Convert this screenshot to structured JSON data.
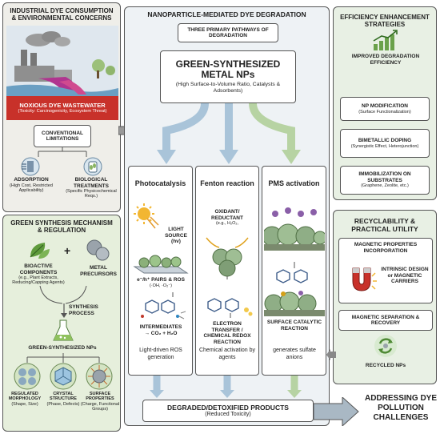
{
  "left_top": {
    "title": "INDUSTRIAL DYE CONSUMPTION & ENVIRONMENTAL CONCERNS",
    "noxious_title": "NOXIOUS DYE WASTEWATER",
    "noxious_sub": "(Toxicity: Carcinogenicity, Ecosystem Threat)",
    "conventional": "CONVENTIONAL LIMITATIONS",
    "adsorption_title": "ADSORPTION",
    "adsorption_sub": "(High Cost, Restricted Applicability)",
    "bio_title": "BIOLOGICAL TREATMENTS",
    "bio_sub": "(Specific Physicochemical Reqs.)"
  },
  "left_bottom": {
    "title": "GREEN SYNTHESIS MECHANISM & REGULATION",
    "bioactive_title": "BIOACTIVE COMPONENTS",
    "bioactive_sub": "(e.g., Plant Extracts, Reducing/Capping Agents)",
    "plus": "+",
    "metal": "METAL PRECURSORS",
    "synthesis": "SYNTHESIS PROCESS",
    "green_nps": "GREEN-SYNTHESIZED NPs",
    "reg_title": "REGULATED MORPHOLOGY",
    "reg_sub": "(Shape, Size)",
    "crystal_title": "CRYSTAL STRUCTURE",
    "crystal_sub": "(Phase, Defects)",
    "surface_title": "SURFACE PROPERTIES",
    "surface_sub": "(Charge, Functional Groups)"
  },
  "middle": {
    "title": "NANOPARTICLE-MEDIATED DYE DEGRADATION",
    "three_pathways": "THREE PRIMARY PATHWAYS OF DEGRADATION",
    "gs_title": "GREEN-SYNTHESIZED METAL NPs",
    "gs_sub": "(High Surface-to-Volume Ratio, Catalysts & Adsorbents)",
    "photo": {
      "head": "Photocatalysis",
      "light": "LIGHT SOURCE (hv)",
      "pairs": "e⁻/h⁺ PAIRS & ROS",
      "pairs_sub": "(·OH, ·O₂⁻)",
      "intermediates": "INTERMEDIATES",
      "products": "→ CO₂ + H₂O",
      "bottom": "Light-driven ROS generation"
    },
    "fenton": {
      "head": "Fenton reaction",
      "oxidant": "OXIDANT/ REDUCTANT",
      "oxidant_sub": "(e.g., H₂O₂,",
      "electron": "ELECTRON TRANSFER / CHEMICAL REDOX REACTION",
      "bottom": "Chemical activation by agents"
    },
    "pms": {
      "head": "PMS activation",
      "surface": "SURFACE CATALYTIC REACTION",
      "bottom": "generates sulfate anions"
    },
    "degraded_title": "DEGRADED/DETOXIFIED PRODUCTS",
    "degraded_sub": "(Reduced Toxicity)"
  },
  "right_top": {
    "title": "EFFICIENCY ENHANCEMENT STRATEGIES",
    "improved": "IMPROVED DEGRADATION EFFICIENCY",
    "np_mod_title": "NP MODIFICATION",
    "np_mod_sub": "(Surface Functionalization)",
    "bimetallic_title": "BIMETALLIC DOPING",
    "bimetallic_sub": "(Synergistic Effect, Heterojunction)",
    "immob_title": "IMMOBILIZATION ON SUBSTRATES",
    "immob_sub": "(Graphene, Zeolite, etc.)"
  },
  "right_bottom": {
    "title": "RECYCLABILITY & PRACTICAL UTILITY",
    "magnetic_inc": "MAGNETIC PROPERTIES INCORPORATION",
    "intrinsic": "INTRINSIC DESIGN or MAGNETIC CARRIERS",
    "mag_sep": "MAGNETIC SEPARATION & RECOVERY",
    "recycled": "RECYCLED NPs"
  },
  "addressing": "ADDRESSING DYE POLLUTION CHALLENGES",
  "colors": {
    "left_bg": "#efeee9",
    "green_bg": "#e6efdc",
    "mid_bg": "#eef2f5",
    "right_bg": "#e8f0e4",
    "red": "#c8312a",
    "arrow_blue": "#a9c4d9",
    "arrow_green": "#b7d3a3"
  }
}
